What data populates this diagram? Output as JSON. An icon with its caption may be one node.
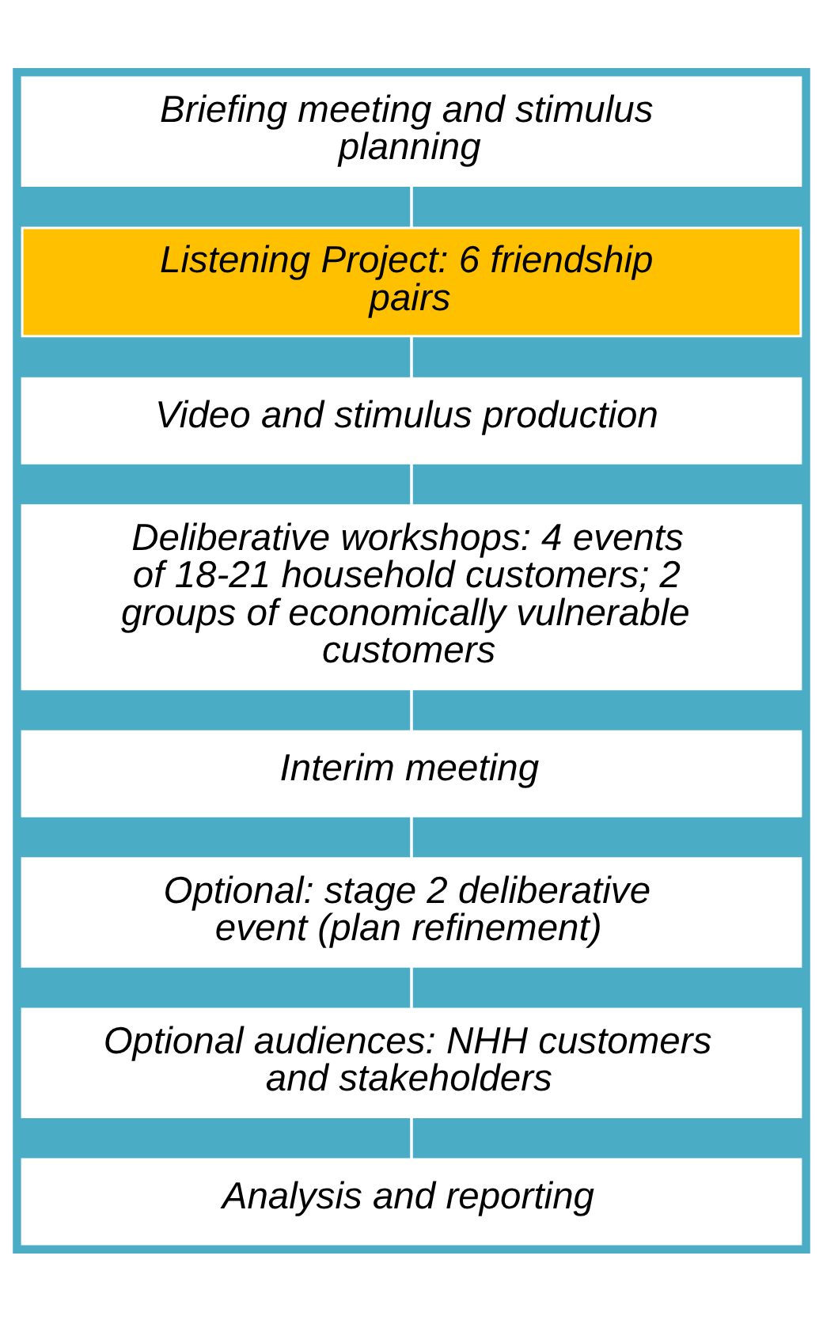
{
  "diagram": {
    "nodes": [
      {
        "text": [
          "Briefing meeting and stimulus planning"
        ]
      },
      {
        "text": [
          "Listening Project: 6 friendship pairs"
        ]
      },
      {
        "text": [
          "Video and stimulus production"
        ]
      },
      {
        "text": [
          "Deliberative workshops: 4 events of 18-21 household customers; 2 groups of economically vulnerable customers"
        ]
      },
      {
        "text": [
          "Interim meeting"
        ]
      },
      {
        "text": [
          "Optional: stage 2 deliberative event (plan refinement)"
        ]
      },
      {
        "text": [
          "Optional audiences: NHH customers and stakeholders"
        ]
      },
      {
        "text": [
          "Analysis and reporting"
        ]
      }
    ],
    "edges": [
      {
        "from": 0,
        "to": 1,
        "arrow": "none"
      },
      {
        "from": 1,
        "to": 2,
        "arrow": "none"
      },
      {
        "from": 2,
        "to": 3,
        "arrow": "none"
      },
      {
        "from": 3,
        "to": 4,
        "arrow": "none"
      },
      {
        "from": 4,
        "to": 5,
        "arrow": "none"
      },
      {
        "from": 5,
        "to": 6,
        "arrow": "none"
      },
      {
        "from": 6,
        "to": 7,
        "arrow": "none"
      }
    ]
  }
}
